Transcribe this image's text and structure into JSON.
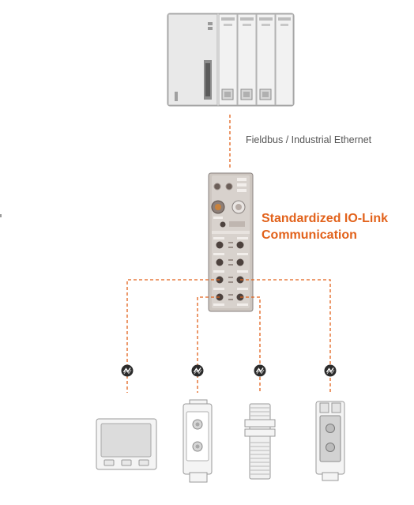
{
  "labels": {
    "fieldbus": "Fieldbus / Industrial Ethernet",
    "iolink_line1": "Standardized IO-Link",
    "iolink_line2": "Communication"
  },
  "colors": {
    "accent": "#e2621b",
    "device_outline": "#9a9a9a",
    "device_fill": "#f4f4f4",
    "master_body": "#cdc6c0"
  },
  "icons": [
    "iolink-symbol-icon",
    "iolink-symbol-icon",
    "iolink-symbol-icon",
    "iolink-symbol-icon"
  ],
  "nodes": [
    "plc-controller",
    "iolink-master-module",
    "hmi-display-device",
    "photoelectric-sensor",
    "cylindrical-sensor",
    "optical-sensor"
  ]
}
